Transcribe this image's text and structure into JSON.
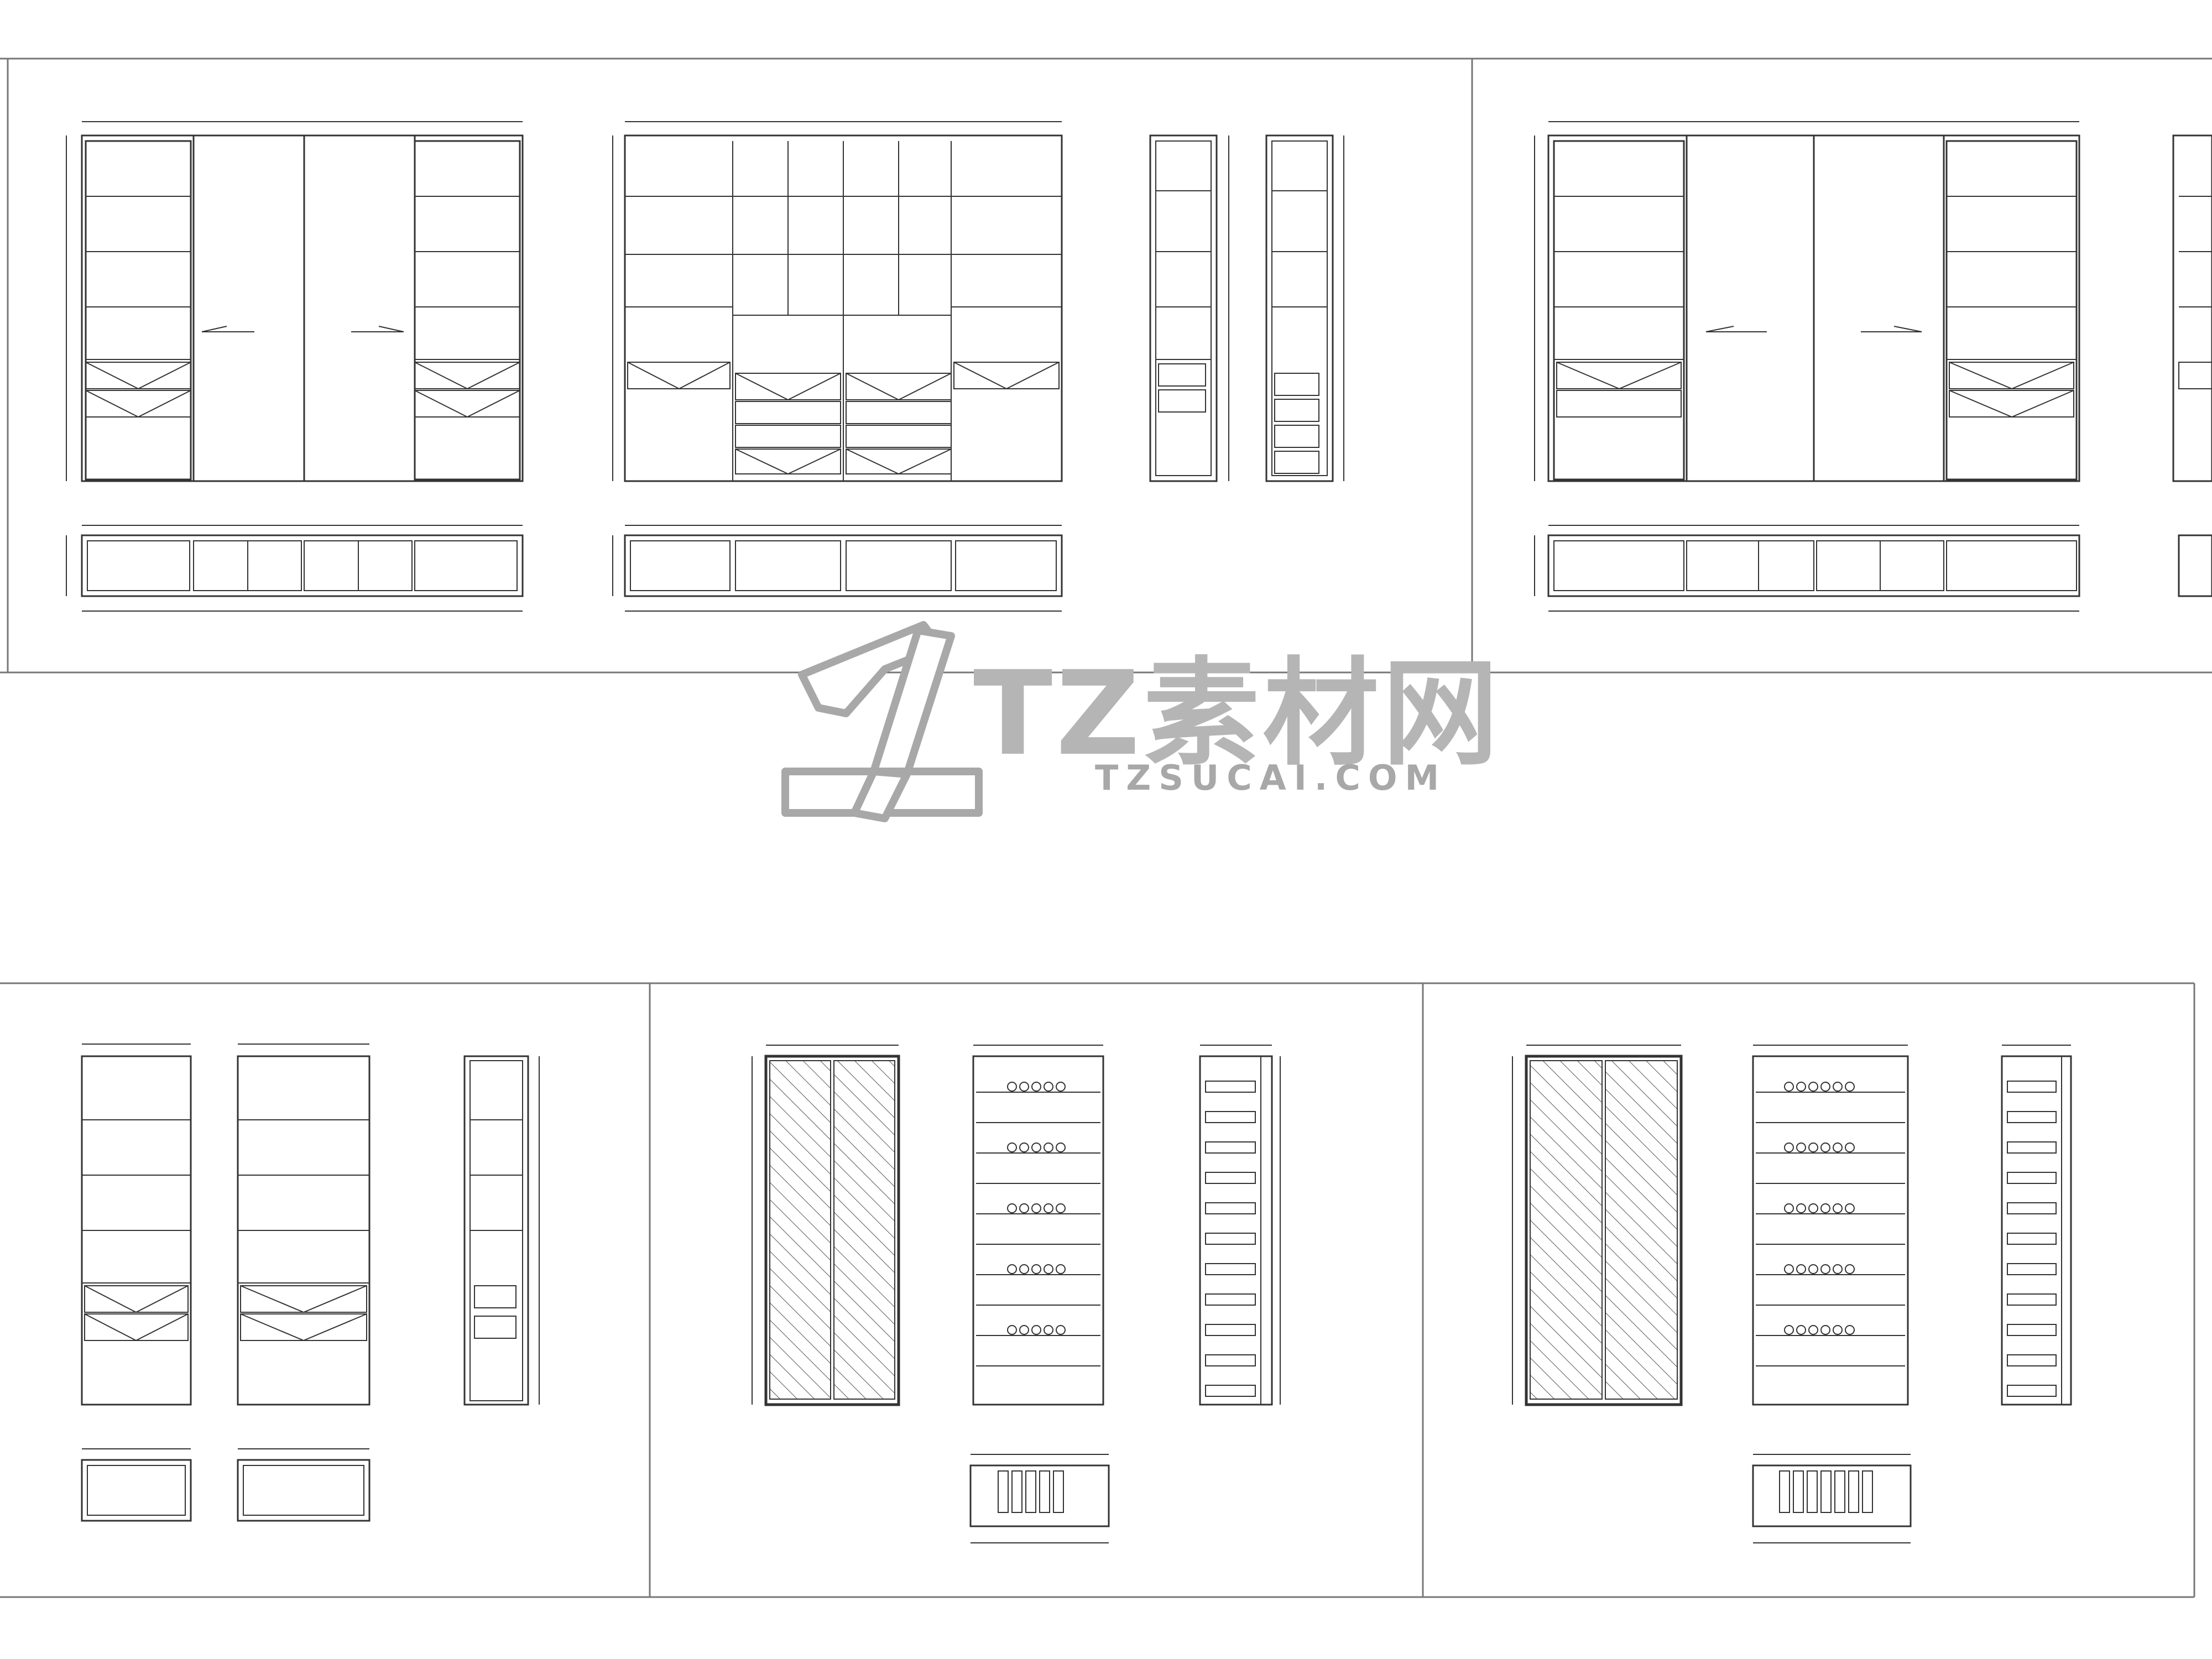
{
  "title": "Cabinet elevation CAD sheet",
  "watermark": {
    "brand": "TZ素材网",
    "url": "TZSUCAI.COM"
  },
  "panels": [
    {
      "name": "panel-top-left"
    },
    {
      "name": "panel-top-right"
    },
    {
      "name": "panel-bottom-left"
    },
    {
      "name": "panel-bottom-middle"
    },
    {
      "name": "panel-bottom-right"
    }
  ],
  "colors": {
    "line": "#333333",
    "frame": "#666666",
    "watermark": "#b5b5b5"
  }
}
